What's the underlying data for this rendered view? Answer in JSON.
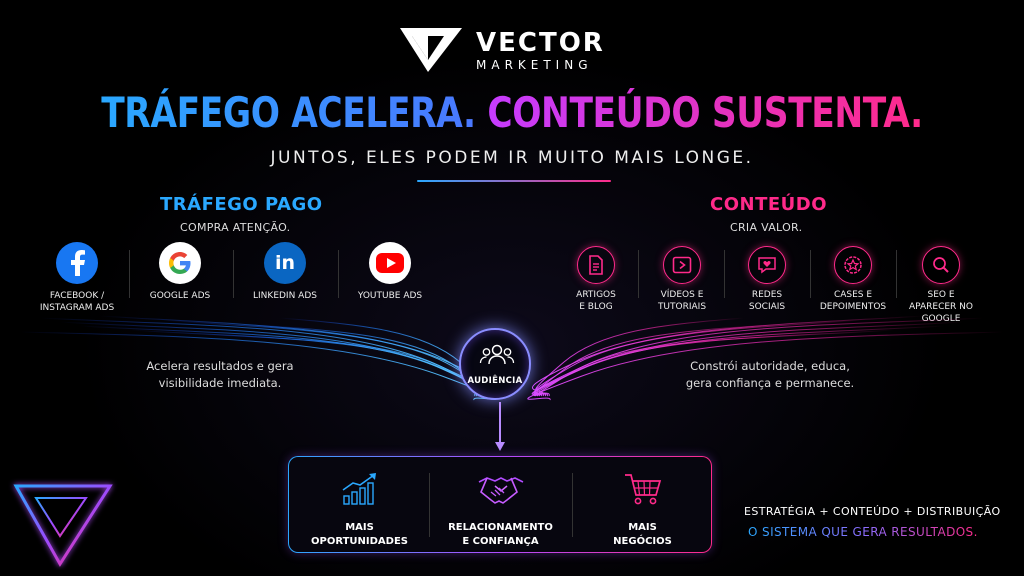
{
  "brand": {
    "name": "VECTOR",
    "tagline": "MARKETING"
  },
  "headline": {
    "part1": "TRÁFEGO ACELERA.",
    "part2": "CONTEÚDO SUSTENTA."
  },
  "subheadline": "JUNTOS, ELES PODEM IR MUITO MAIS LONGE.",
  "colors": {
    "blue": "#2aa8ff",
    "magenta": "#ff2a8a",
    "purple": "#b24cff",
    "background": "#000000"
  },
  "paid": {
    "title": "TRÁFEGO PAGO",
    "subtitle": "COMPRA ATENÇÃO.",
    "description_line1": "Acelera resultados e gera",
    "description_line2": "visibilidade imediata.",
    "channels": [
      {
        "label_line1": "FACEBOOK /",
        "label_line2": "INSTAGRAM ADS",
        "icon": "facebook-icon",
        "color": "#1877f2"
      },
      {
        "label_line1": "GOOGLE ADS",
        "label_line2": "",
        "icon": "google-icon",
        "color": "#ffffff"
      },
      {
        "label_line1": "LINKEDIN ADS",
        "label_line2": "",
        "icon": "linkedin-icon",
        "color": "#0a66c2"
      },
      {
        "label_line1": "YOUTUBE ADS",
        "label_line2": "",
        "icon": "youtube-icon",
        "color": "#ff0000"
      }
    ]
  },
  "content": {
    "title": "CONTEÚDO",
    "subtitle": "CRIA VALOR.",
    "description_line1": "Constrói autoridade, educa,",
    "description_line2": "gera confiança e permanece.",
    "channels": [
      {
        "label_line1": "ARTIGOS",
        "label_line2": "E BLOG",
        "label_line3": "",
        "icon": "article-icon"
      },
      {
        "label_line1": "VÍDEOS E",
        "label_line2": "TUTORIAIS",
        "label_line3": "",
        "icon": "video-icon"
      },
      {
        "label_line1": "REDES",
        "label_line2": "SOCIAIS",
        "label_line3": "",
        "icon": "social-heart-icon"
      },
      {
        "label_line1": "CASES E",
        "label_line2": "DEPOIMENTOS",
        "label_line3": "",
        "icon": "badge-star-icon"
      },
      {
        "label_line1": "SEO E",
        "label_line2": "APARECER NO",
        "label_line3": "GOOGLE",
        "icon": "search-icon"
      }
    ]
  },
  "audience": {
    "label": "AUDIÊNCIA",
    "icon": "users-group-icon"
  },
  "results": [
    {
      "label_line1": "MAIS",
      "label_line2": "OPORTUNIDADES",
      "icon": "growth-chart-icon"
    },
    {
      "label_line1": "RELACIONAMENTO",
      "label_line2": "E CONFIANÇA",
      "icon": "handshake-icon"
    },
    {
      "label_line1": "MAIS",
      "label_line2": "NEGÓCIOS",
      "icon": "cart-icon"
    }
  ],
  "footer": {
    "formula": "ESTRATÉGIA + CONTEÚDO + DISTRIBUIÇÃO",
    "tagline": "O SISTEMA QUE GERA RESULTADOS."
  }
}
